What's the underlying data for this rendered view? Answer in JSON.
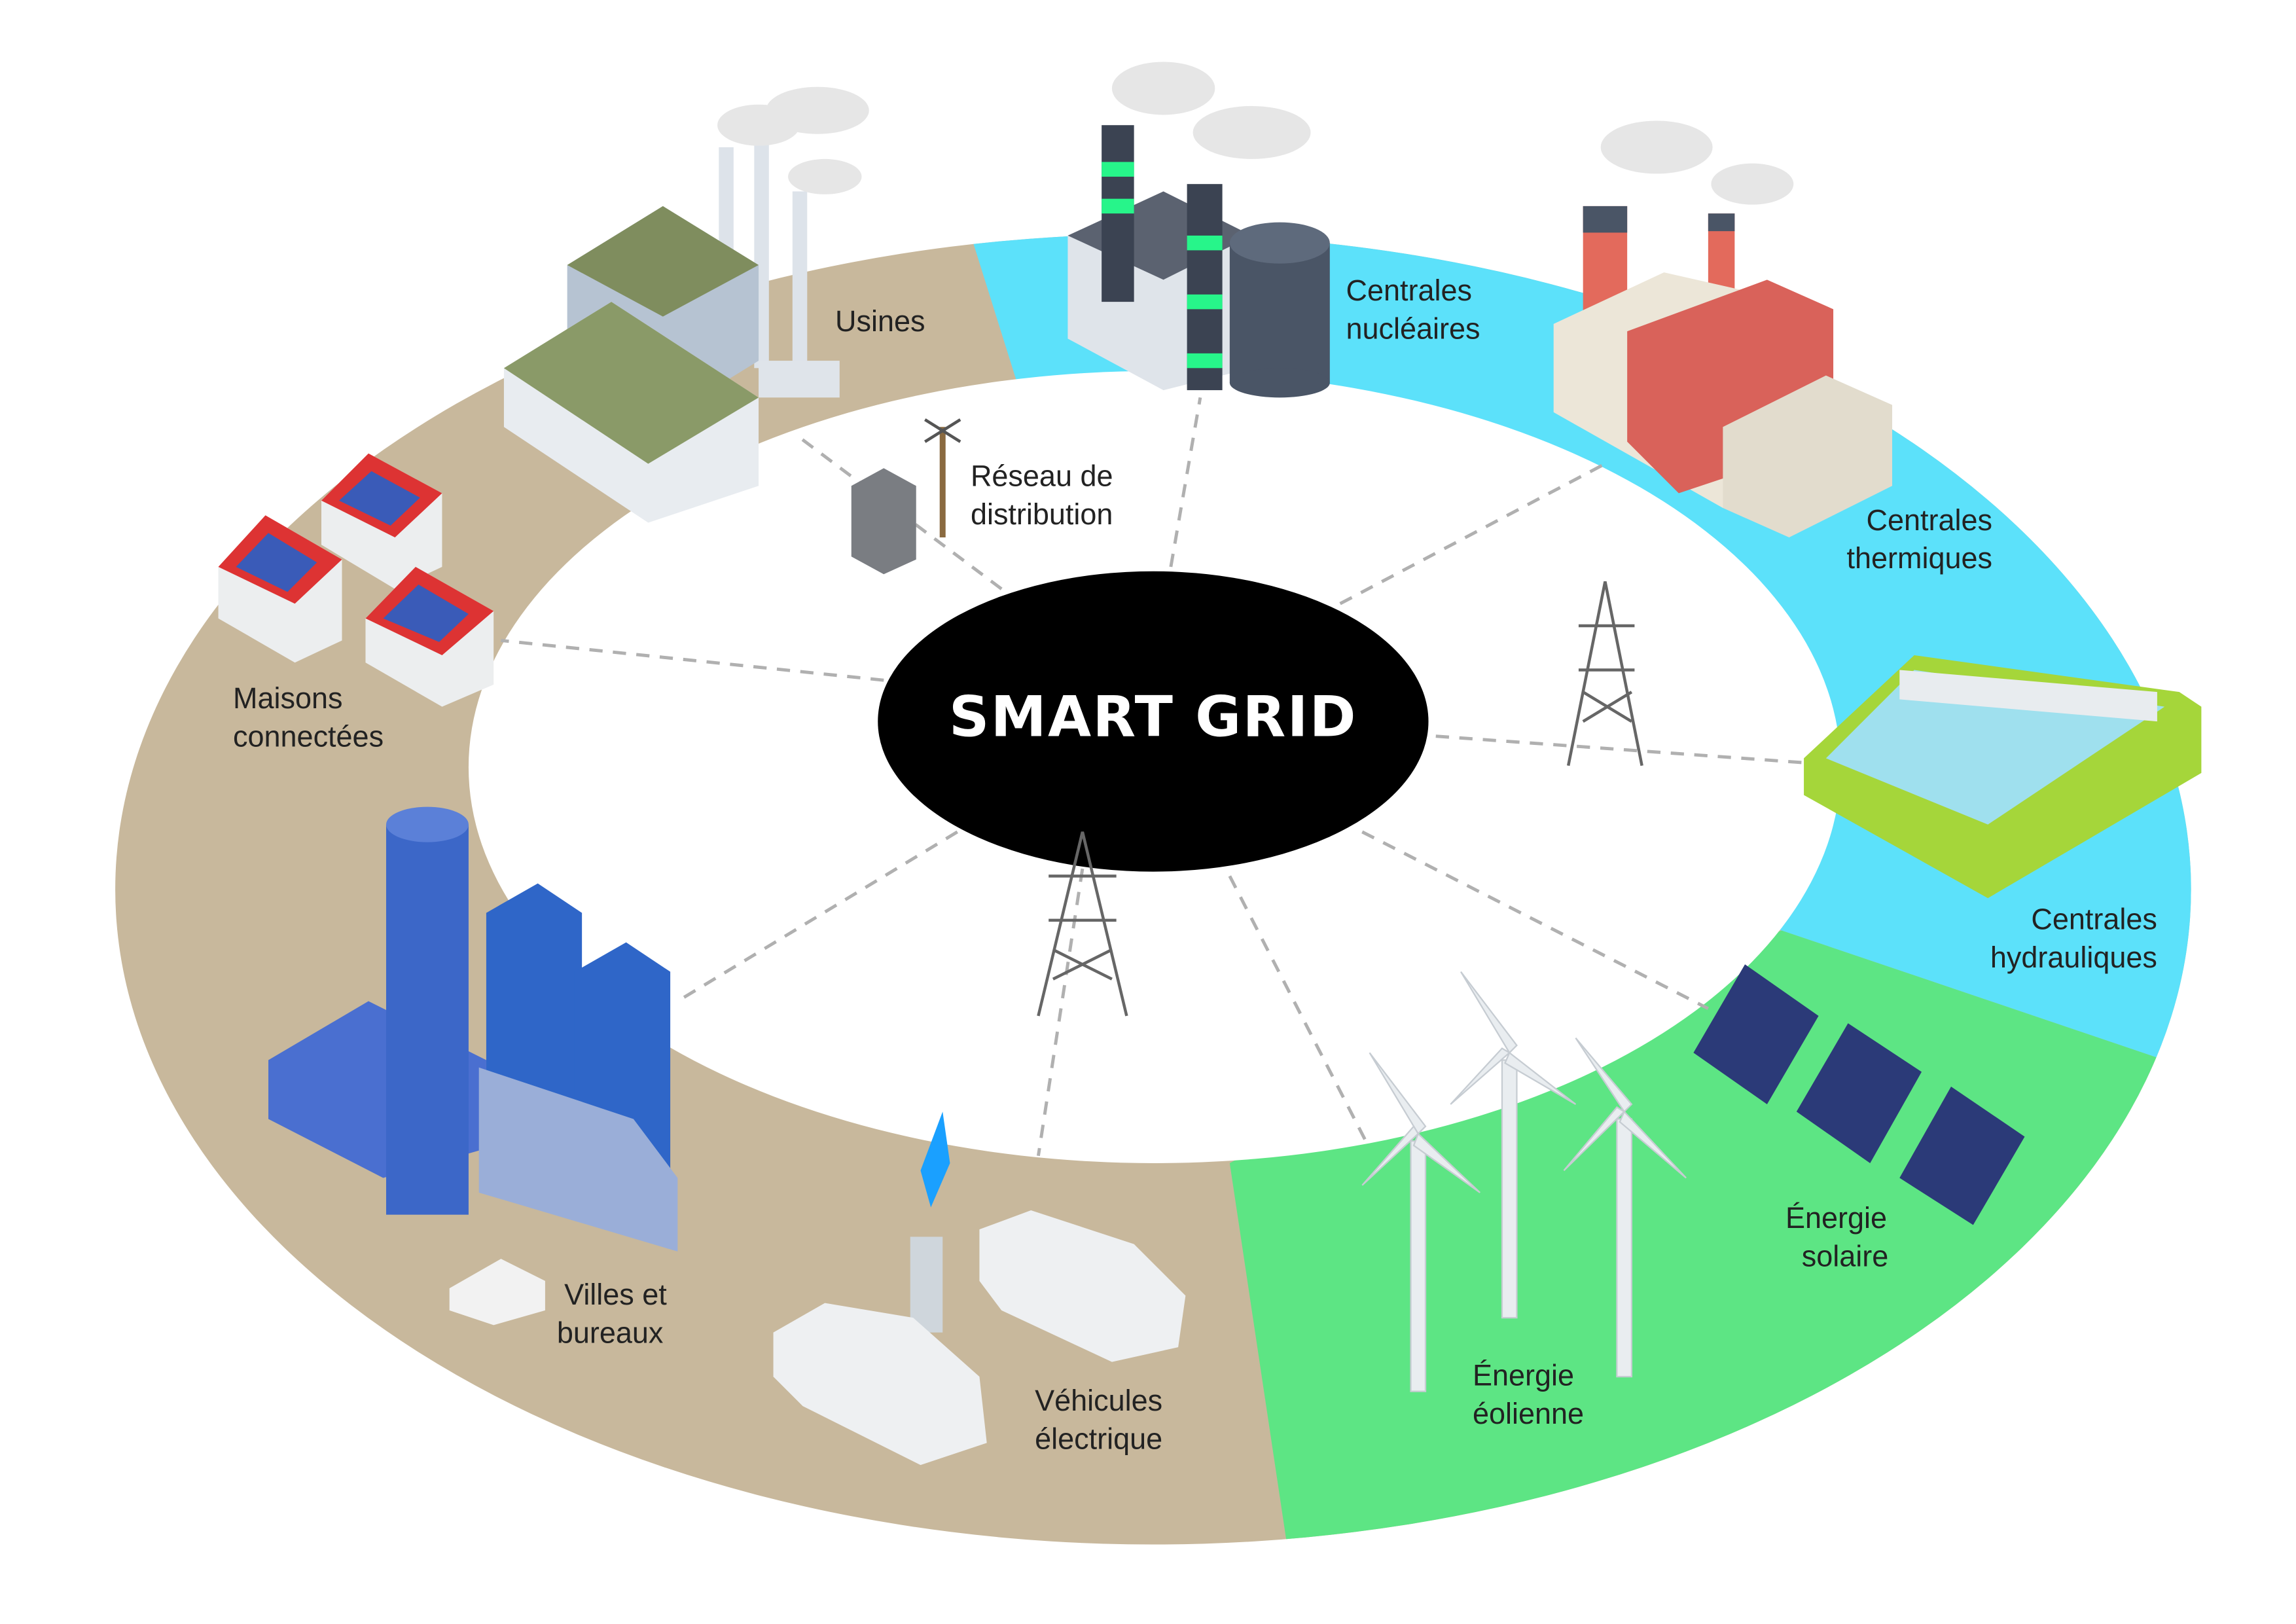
{
  "title": "SMART GRID",
  "colors": {
    "consumers": "#c8b89c",
    "conventional": "#5ce1fa",
    "renewable": "#5de584",
    "center": "#000000"
  },
  "nodes": {
    "usines": {
      "lines": [
        "Usines"
      ]
    },
    "nucleaires": {
      "lines": [
        "Centrales",
        "nucléaires"
      ]
    },
    "reseau": {
      "lines": [
        "Réseau de",
        "distribution"
      ]
    },
    "thermiques": {
      "lines": [
        "Centrales",
        "thermiques"
      ]
    },
    "maisons": {
      "lines": [
        "Maisons",
        "connectées"
      ]
    },
    "hydrauliques": {
      "lines": [
        "Centrales",
        "hydrauliques"
      ]
    },
    "solaire": {
      "lines": [
        "Énergie",
        "solaire"
      ]
    },
    "eolienne": {
      "lines": [
        "Énergie",
        "éolienne"
      ]
    },
    "vehicules": {
      "lines": [
        "Véhicules",
        "électrique"
      ]
    },
    "villes": {
      "lines": [
        "Villes et",
        "bureaux"
      ]
    }
  }
}
